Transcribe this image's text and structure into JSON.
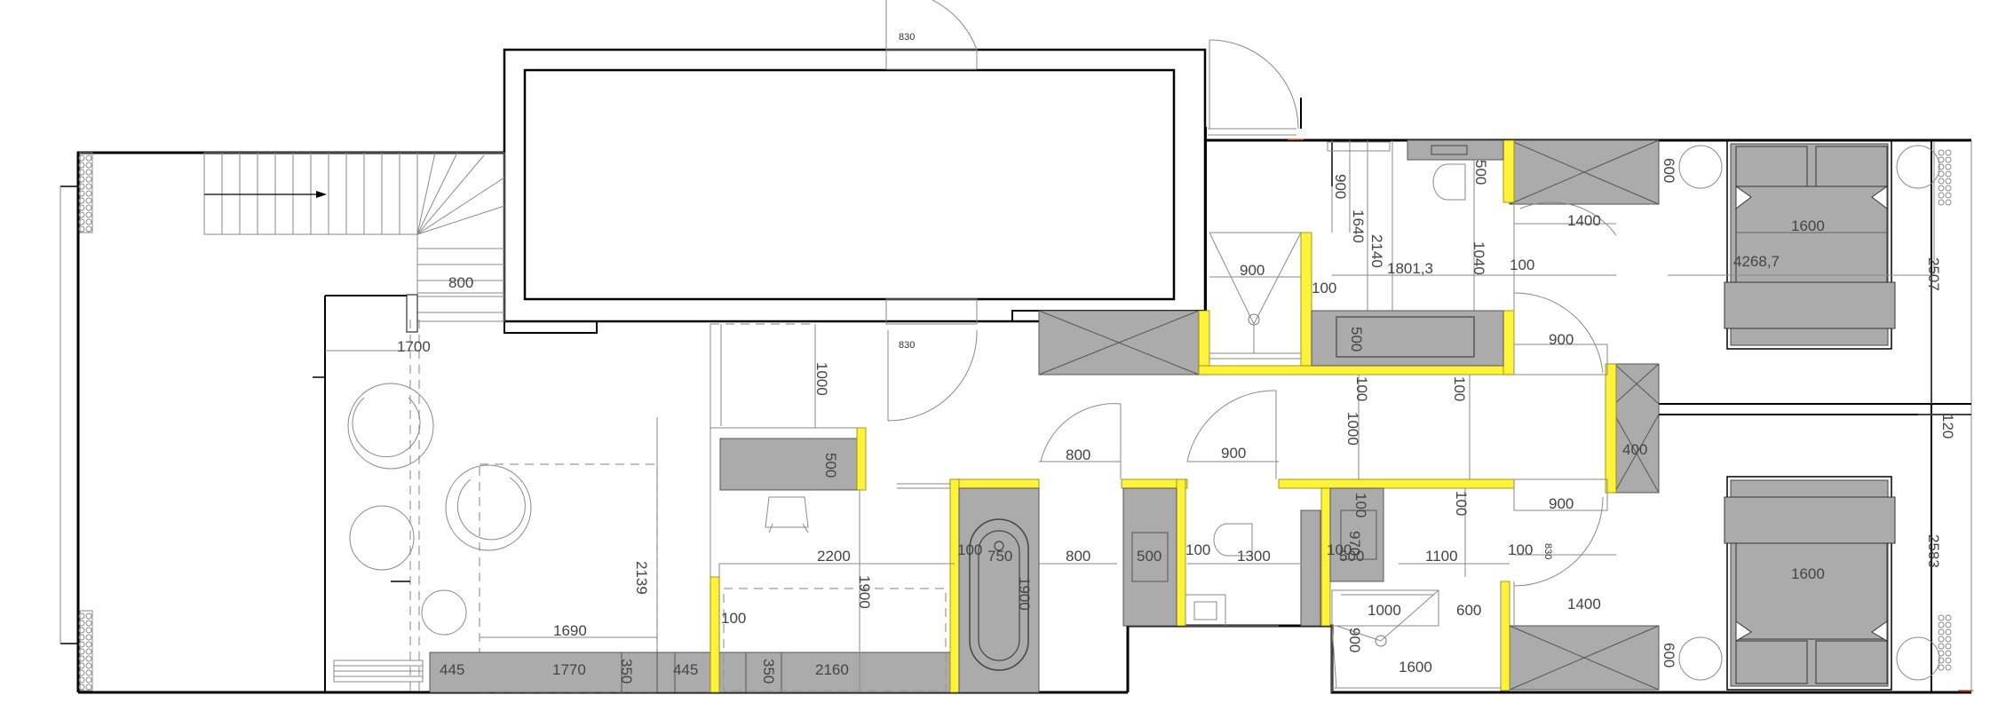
{
  "dimensions": {
    "d830_top": "830",
    "d830_bottom": "830",
    "d830_right": "830",
    "d800_stairs": "800",
    "d1700": "1700",
    "d1000_desk": "1000",
    "d500_desk": "500",
    "d2139": "2139",
    "d1690": "1690",
    "d2200": "2200",
    "d1900_bed": "1900",
    "d100_bedl": "100",
    "d445_a": "445",
    "d1770": "1770",
    "d350_a": "350",
    "d445_b": "445",
    "d350_b": "350",
    "d2160": "2160",
    "d800_door": "800",
    "d100_bath": "100",
    "d750": "750",
    "d1900_tub": "1900",
    "d800_mid": "800",
    "d500_mid": "500",
    "d100_mid": "100",
    "d1300": "1300",
    "d900_door": "900",
    "d100_c": "100",
    "d500_c": "500",
    "d970": "970",
    "d100_d": "100",
    "d1100": "1100",
    "d100_e": "100",
    "d900_shower": "900",
    "d100_shower": "100",
    "d900_v": "900",
    "d1640": "1640",
    "d2140": "2140",
    "d1801": "1801,3",
    "d1040": "1040",
    "d100_right": "100",
    "d500_wc": "500",
    "d500_kitchen": "500",
    "d100_k1": "100",
    "d100_k2": "100",
    "d1000_corr": "1000",
    "d100_k3": "100",
    "d1400_top": "1400",
    "d600_top": "600",
    "d900_top": "900",
    "d900_bot": "900",
    "d400": "400",
    "d1600_bed_top": "1600",
    "d4268": "4268,7",
    "d2507": "2507",
    "d120": "120",
    "d1600_bed_bot": "1600",
    "d2583": "2583",
    "d1000_sh": "1000",
    "d600_sh": "600",
    "d900_sh": "900",
    "d1600_sh": "1600",
    "d1400_bot": "1400",
    "d600_bot": "600"
  },
  "colors": {
    "wall": "#000000",
    "furniture_fill": "#ababab",
    "partition_highlight": "#fff23a",
    "marker": "#e05a1a"
  }
}
